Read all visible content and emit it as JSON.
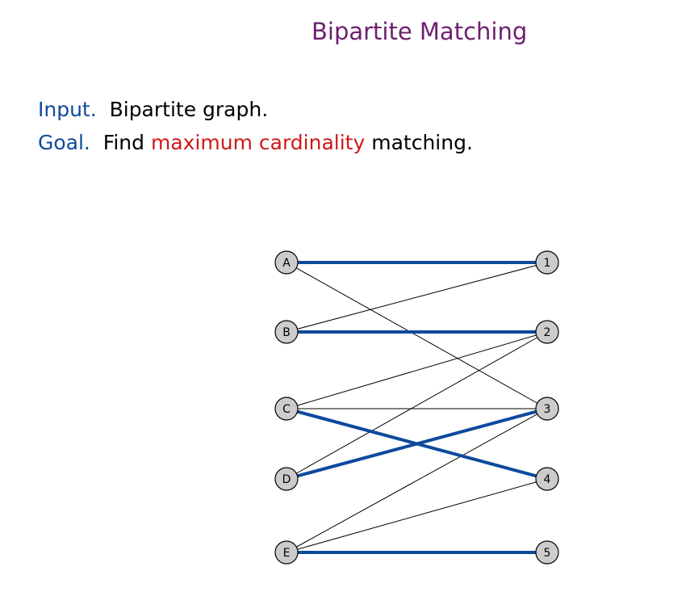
{
  "title": "Bipartite Matching",
  "input": {
    "label": "Input.",
    "text": "Bipartite graph."
  },
  "goal": {
    "label": "Goal.",
    "text_before": "Find",
    "highlight": "maximum cardinality",
    "text_after": "matching."
  },
  "colors": {
    "title": "#6e1f6e",
    "keyword": "#0d4a9c",
    "highlight": "#d01919",
    "matching_edge": "#0d4a9c",
    "node_fill": "#cccccc"
  },
  "graph": {
    "left_nodes": [
      "A",
      "B",
      "C",
      "D",
      "E"
    ],
    "right_nodes": [
      "1",
      "2",
      "3",
      "4",
      "5"
    ],
    "edges": [
      {
        "from": "A",
        "to": "1",
        "matched": true
      },
      {
        "from": "A",
        "to": "3",
        "matched": false
      },
      {
        "from": "B",
        "to": "1",
        "matched": false
      },
      {
        "from": "B",
        "to": "2",
        "matched": true
      },
      {
        "from": "C",
        "to": "2",
        "matched": false
      },
      {
        "from": "C",
        "to": "3",
        "matched": false
      },
      {
        "from": "C",
        "to": "4",
        "matched": true
      },
      {
        "from": "D",
        "to": "2",
        "matched": false
      },
      {
        "from": "D",
        "to": "3",
        "matched": true
      },
      {
        "from": "E",
        "to": "3",
        "matched": false
      },
      {
        "from": "E",
        "to": "4",
        "matched": false
      },
      {
        "from": "E",
        "to": "5",
        "matched": true
      }
    ]
  }
}
